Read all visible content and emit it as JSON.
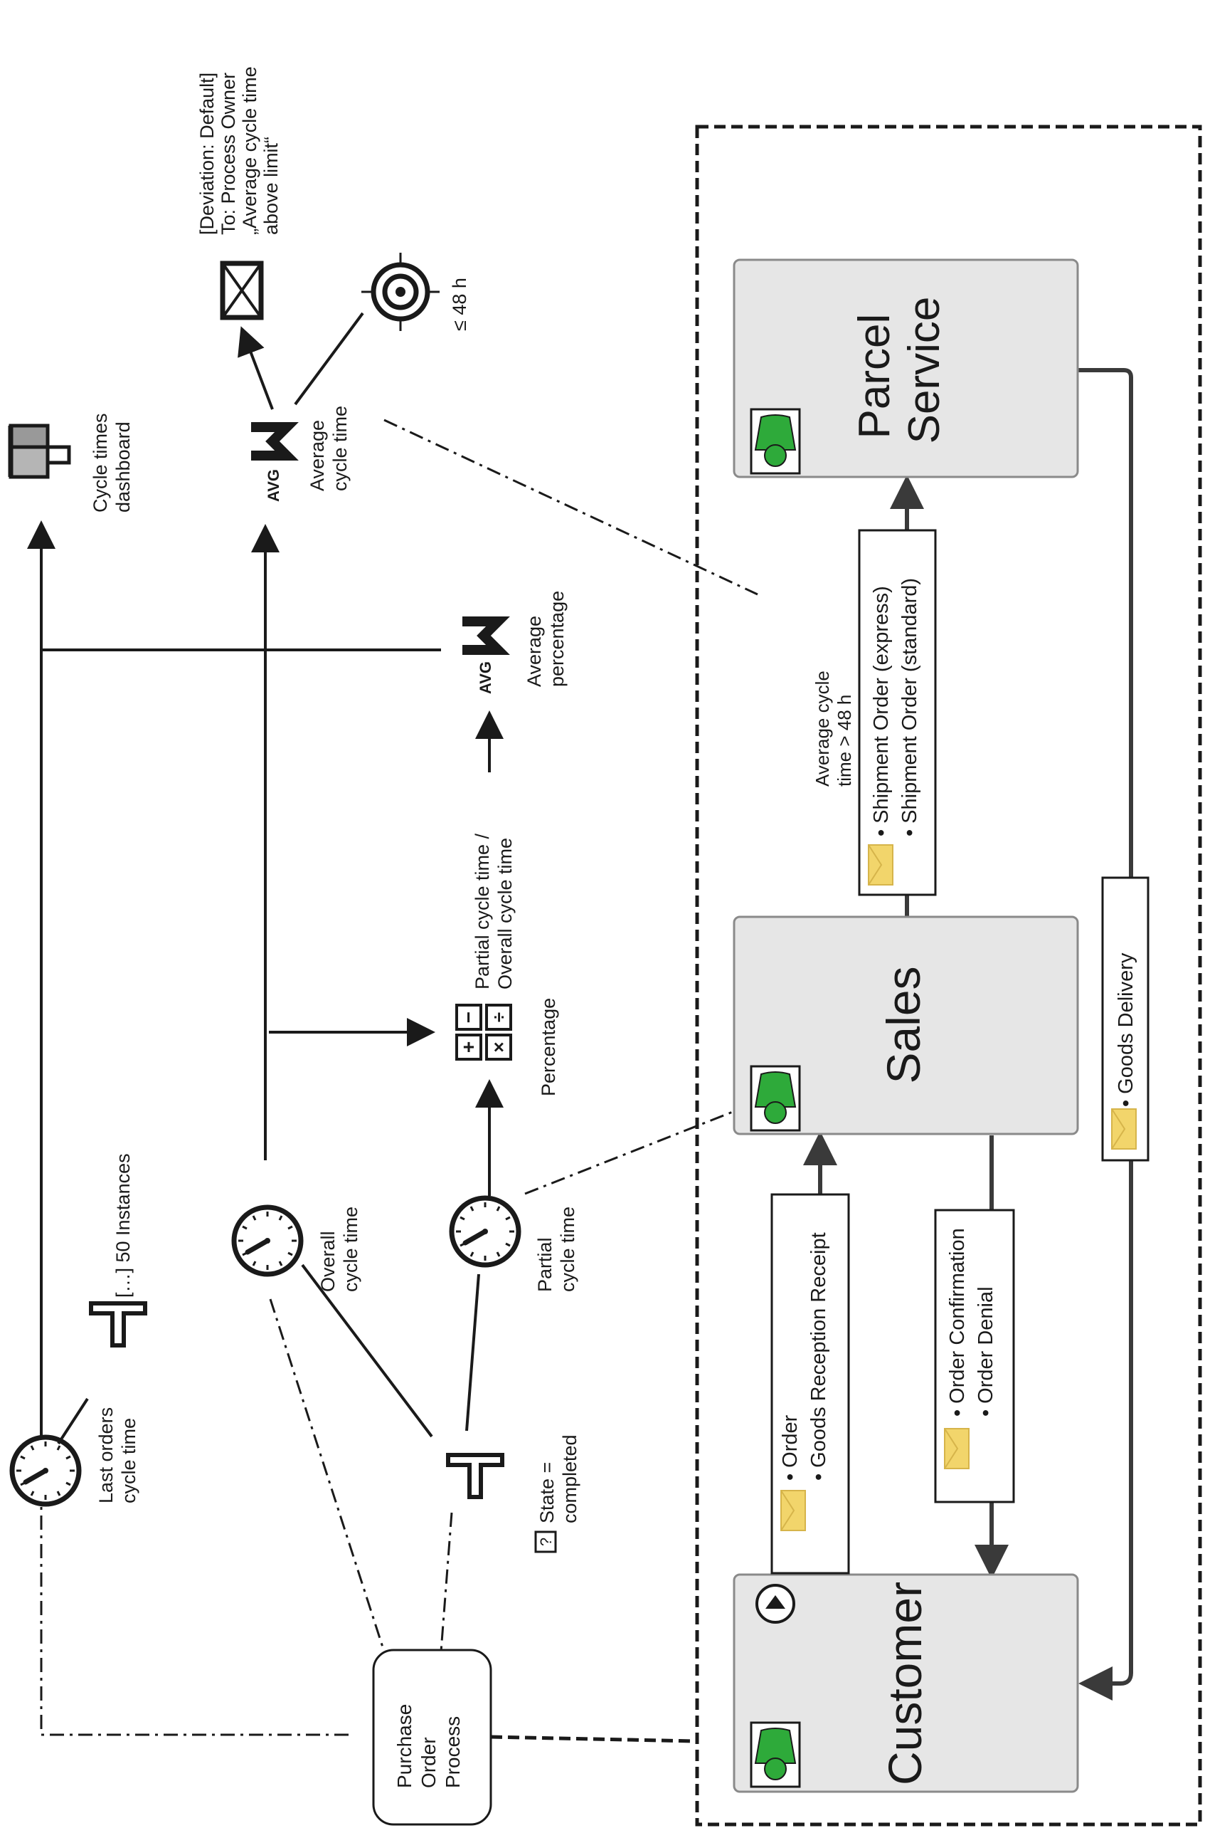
{
  "process": {
    "lines": [
      "Purchase",
      "Order",
      "Process"
    ]
  },
  "participants": {
    "customer": "Customer",
    "sales": "Sales",
    "parcel_line1": "Parcel",
    "parcel_line2": "Service"
  },
  "messages": {
    "customer_to_sales": [
      "Order",
      "Goods Reception Receipt"
    ],
    "sales_to_customer": [
      "Order Confirmation",
      "Order Denial"
    ],
    "sales_to_parcel": [
      "Shipment Order (express)",
      "Shipment Order (standard)"
    ],
    "parcel_to_customer": [
      "Goods Delivery"
    ]
  },
  "kpis": {
    "last_orders_cycle_time": [
      "Last orders",
      "cycle time"
    ],
    "instances_filter": "[…] 50 Instances",
    "cycle_times_dashboard": [
      "Cycle times",
      "dashboard"
    ],
    "overall_cycle_time": [
      "Overall",
      "cycle time"
    ],
    "partial_cycle_time": [
      "Partial",
      "cycle time"
    ],
    "state_filter": [
      "State =",
      "completed"
    ],
    "percentage": "Percentage",
    "percentage_formula": [
      "Partial cycle time /",
      "Overall cycle time"
    ],
    "average_percentage": [
      "Average",
      "percentage"
    ],
    "average_cycle_time": [
      "Average",
      "cycle time"
    ],
    "target": "≤ 48 h",
    "deviation": [
      "[Deviation: Default]",
      "To: Process Owner",
      "„Average cycle time",
      "above limit“"
    ],
    "condition": [
      "Average cycle",
      "time > 48 h"
    ],
    "avg_label": "AVG"
  },
  "colors": {
    "stroke": "#1a1a1a",
    "flow": "#3a3a3a",
    "participant_fill": "#e6e6e6",
    "envelope": "#f2d56b",
    "avatar_green": "#2eaa3a"
  }
}
